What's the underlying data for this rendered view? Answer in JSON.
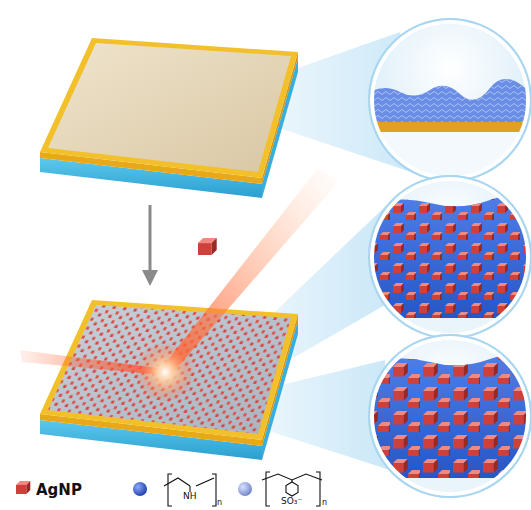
{
  "diagram": {
    "labels": [
      "NH",
      "n",
      "SO₃⁻",
      "n"
    ],
    "legend": [
      {
        "text": "AgNP"
      }
    ]
  }
}
